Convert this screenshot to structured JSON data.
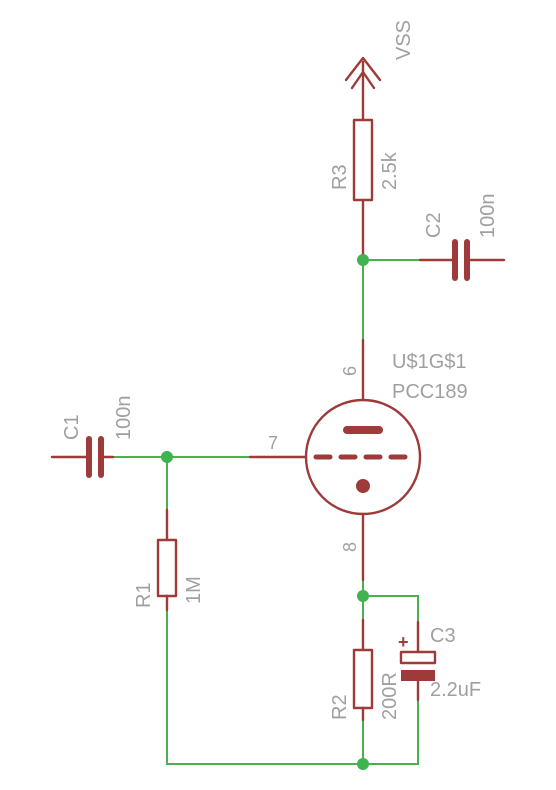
{
  "supply": {
    "label": "VSS"
  },
  "tube": {
    "name": "U$1G$1",
    "value": "PCC189",
    "pin_plate": "6",
    "pin_grid": "7",
    "pin_cathode": "8"
  },
  "components": {
    "r3": {
      "name": "R3",
      "value": "2.5k"
    },
    "c2": {
      "name": "C2",
      "value": "100n"
    },
    "c1": {
      "name": "C1",
      "value": "100n"
    },
    "r1": {
      "name": "R1",
      "value": "1M"
    },
    "r2": {
      "name": "R2",
      "value": "200R"
    },
    "c3": {
      "name": "C3",
      "value": "2.2uF",
      "polarity": "+"
    }
  },
  "colors": {
    "wire": "#4caf50",
    "symbol": "#9e3a3a",
    "text": "#a0a0a0",
    "junction": "#3fb34f"
  }
}
